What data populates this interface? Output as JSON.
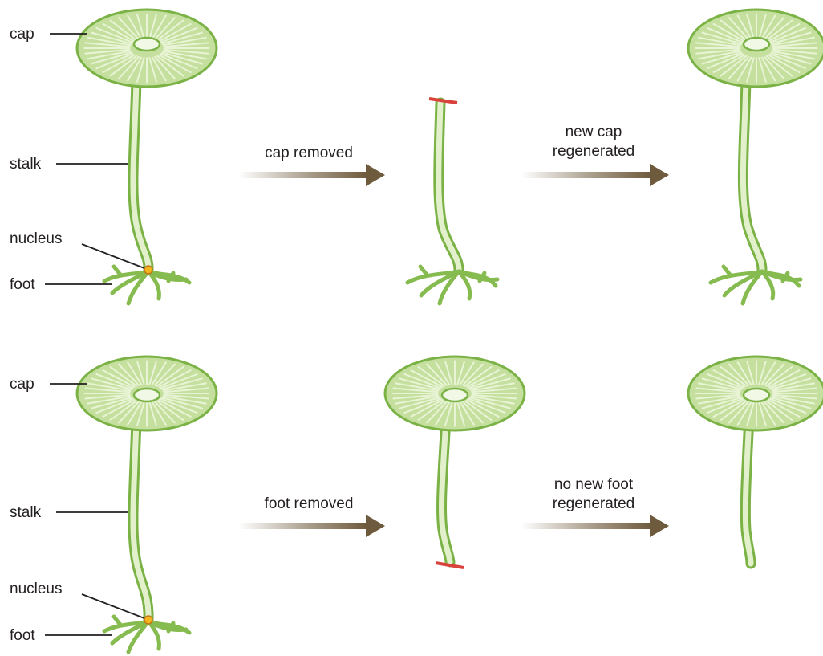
{
  "rows": [
    {
      "labels": {
        "cap": "cap",
        "stalk": "stalk",
        "nucleus": "nucleus",
        "foot": "foot"
      },
      "steps": [
        {
          "caption": [
            "cap removed"
          ]
        },
        {
          "caption": [
            "new cap",
            "regenerated"
          ]
        }
      ]
    },
    {
      "labels": {
        "cap": "cap",
        "stalk": "stalk",
        "nucleus": "nucleus",
        "foot": "foot"
      },
      "steps": [
        {
          "caption": [
            "foot removed"
          ]
        },
        {
          "caption": [
            "no new foot",
            "regenerated"
          ]
        }
      ]
    }
  ],
  "colors": {
    "cap_fill": "#c5e09e",
    "cap_stroke": "#7bb246",
    "cap_ribs": "#e9f4d7",
    "stalk": "#7bb246",
    "stalk_inner": "#e2f0cc",
    "foot": "#86bb4f",
    "nucleus": "#f4b51c",
    "nucleus_stroke": "#c1781a",
    "cut_mark": "#d9413b",
    "arrow": "#6e5a3c",
    "leader_line": "#231f20"
  }
}
